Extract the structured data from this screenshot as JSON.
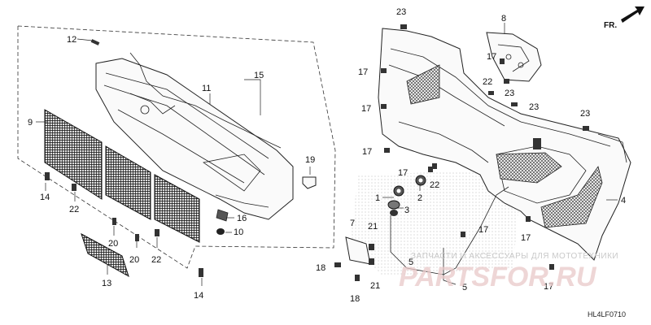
{
  "diagram_code": "HL4LF0710",
  "direction_marker": "FR.",
  "watermark": {
    "line1": "ЗАПЧАСТИ И АКСЕССУАРЫ ДЛЯ МОТОТЕХНИКИ",
    "line2": "PARTSFOR.RU"
  },
  "callouts": [
    {
      "id": "c1",
      "text": "1"
    },
    {
      "id": "c2",
      "text": "2"
    },
    {
      "id": "c3",
      "text": "3"
    },
    {
      "id": "c4",
      "text": "4"
    },
    {
      "id": "c5a",
      "text": "5"
    },
    {
      "id": "c5b",
      "text": "5"
    },
    {
      "id": "c7",
      "text": "7"
    },
    {
      "id": "c8",
      "text": "8"
    },
    {
      "id": "c9",
      "text": "9"
    },
    {
      "id": "c10",
      "text": "10"
    },
    {
      "id": "c11",
      "text": "11"
    },
    {
      "id": "c12",
      "text": "12"
    },
    {
      "id": "c13",
      "text": "13"
    },
    {
      "id": "c14a",
      "text": "14"
    },
    {
      "id": "c14b",
      "text": "14"
    },
    {
      "id": "c15",
      "text": "15"
    },
    {
      "id": "c16",
      "text": "16"
    },
    {
      "id": "c17a",
      "text": "17"
    },
    {
      "id": "c17b",
      "text": "17"
    },
    {
      "id": "c17c",
      "text": "17"
    },
    {
      "id": "c17d",
      "text": "17"
    },
    {
      "id": "c17e",
      "text": "17"
    },
    {
      "id": "c17f",
      "text": "17"
    },
    {
      "id": "c17g",
      "text": "17"
    },
    {
      "id": "c18a",
      "text": "18"
    },
    {
      "id": "c18b",
      "text": "18"
    },
    {
      "id": "c19",
      "text": "19"
    },
    {
      "id": "c20a",
      "text": "20"
    },
    {
      "id": "c20b",
      "text": "20"
    },
    {
      "id": "c21a",
      "text": "21"
    },
    {
      "id": "c21b",
      "text": "21"
    },
    {
      "id": "c22a",
      "text": "22"
    },
    {
      "id": "c22b",
      "text": "22"
    },
    {
      "id": "c22c",
      "text": "22"
    },
    {
      "id": "c23a",
      "text": "23"
    },
    {
      "id": "c23b",
      "text": "23"
    },
    {
      "id": "c23c",
      "text": "23"
    },
    {
      "id": "c23d",
      "text": "23"
    }
  ]
}
